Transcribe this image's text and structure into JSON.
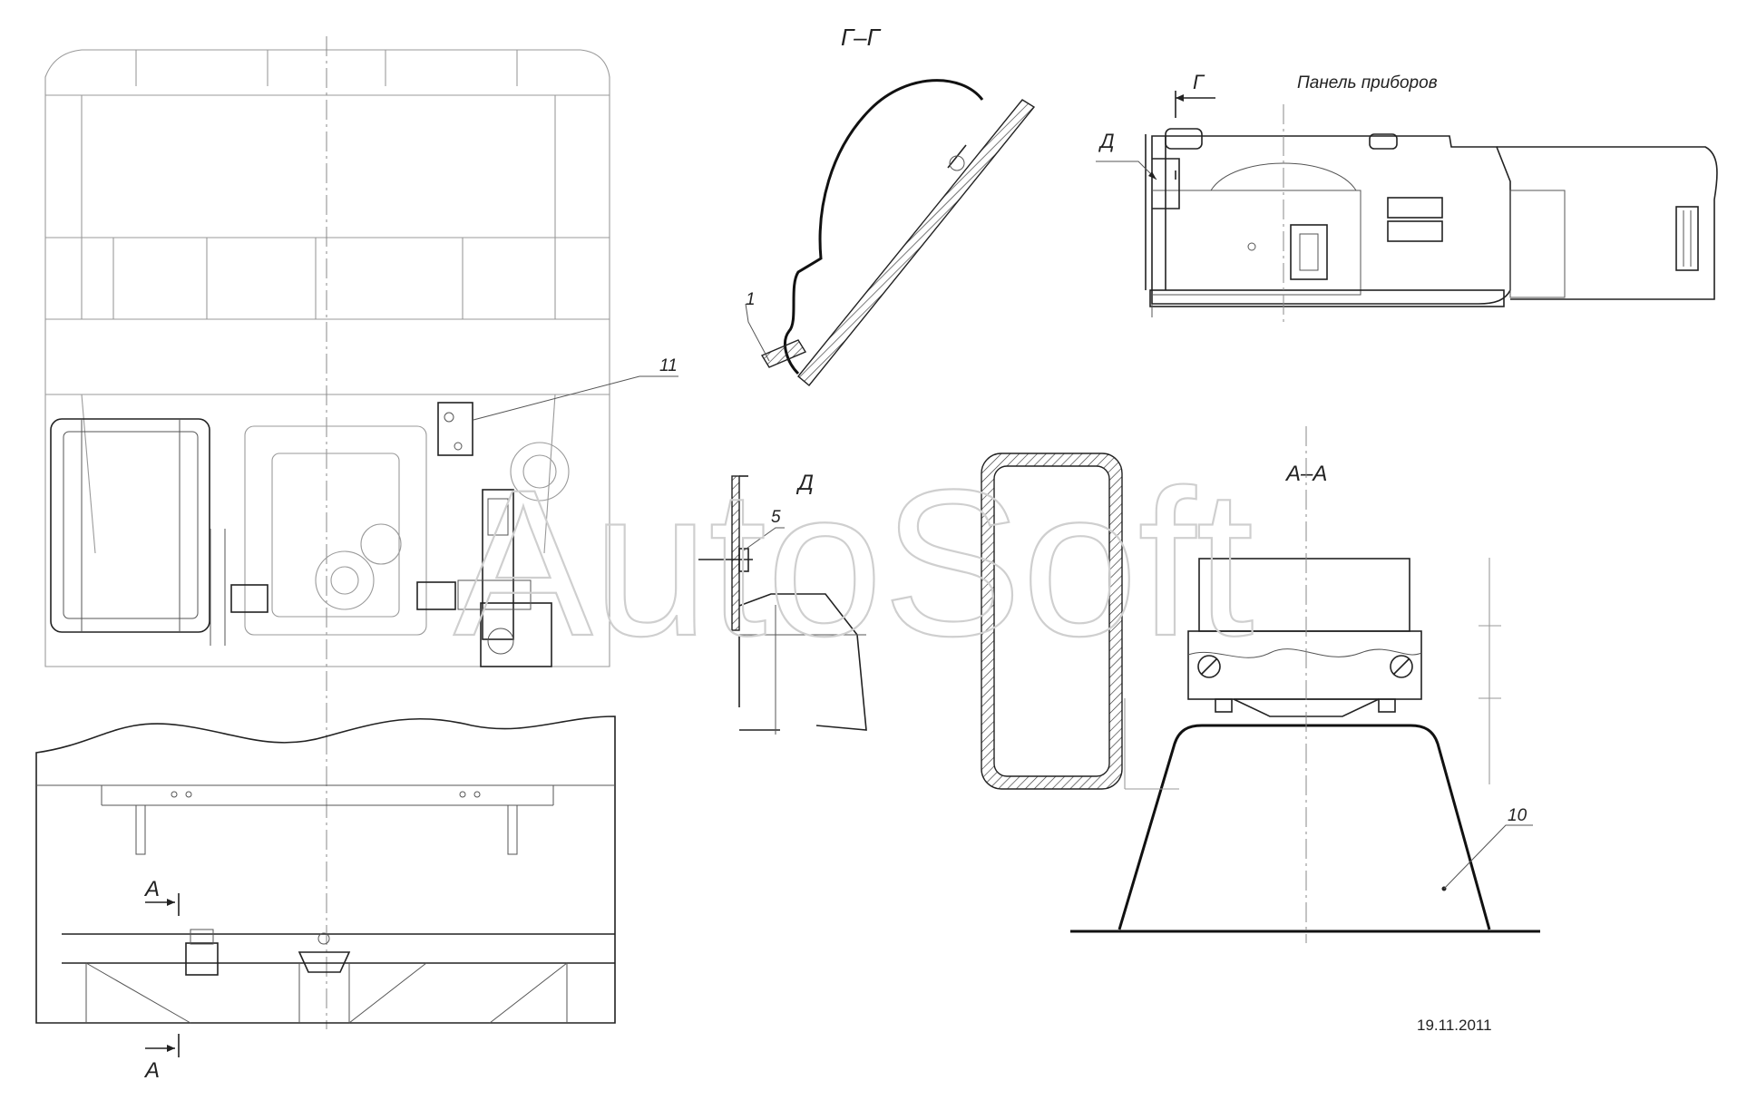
{
  "watermark": "AutoSoft",
  "date": "19.11.2011",
  "section_views": {
    "g_g": "Г–Г",
    "d": "Д",
    "a_a": "А–А"
  },
  "view_labels": {
    "instrument_panel": "Панель приборов",
    "arrow_g": "Г",
    "arrow_d": "Д",
    "arrow_a_top": "А",
    "arrow_a_bottom": "А"
  },
  "callouts": {
    "c1": "1",
    "c5": "5",
    "c10": "10",
    "c11": "11"
  },
  "colors": {
    "line": "#222222",
    "watermark": "#cfcfcf",
    "background": "#ffffff"
  }
}
